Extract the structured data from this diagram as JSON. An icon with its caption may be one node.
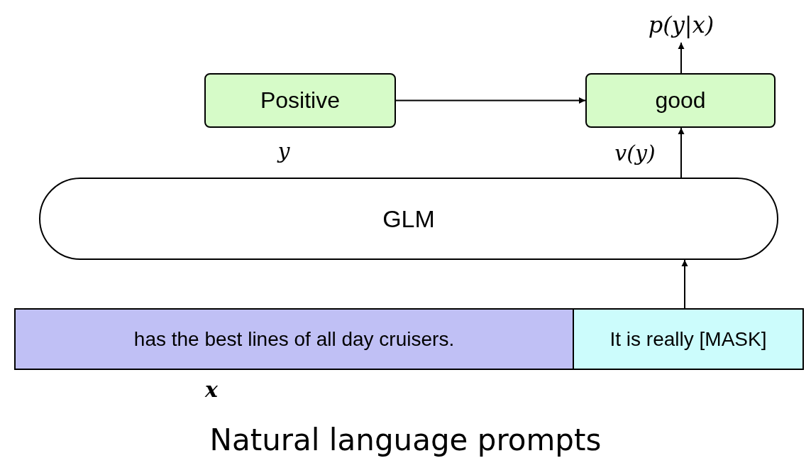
{
  "diagram": {
    "caption": "Natural language prompts",
    "nodes": [
      {
        "text": [
          "Positive"
        ],
        "beside": [
          "y"
        ]
      },
      {
        "text": [
          "good"
        ]
      },
      {
        "text": [
          "p(y|x)"
        ]
      },
      {
        "text": [
          "GLM"
        ]
      },
      {
        "text": [
          "has the best lines of all day cruisers."
        ],
        "beside": [
          "x"
        ]
      },
      {
        "text": [
          "It is really [MASK]"
        ]
      }
    ],
    "edges": [
      {
        "from": 0,
        "to": 1,
        "arrow": "to"
      },
      {
        "from": 3,
        "to": 1,
        "arrow": "to",
        "label": "v(y)"
      },
      {
        "from": 1,
        "to": 2,
        "arrow": "to"
      },
      {
        "from": 5,
        "to": 3,
        "arrow": "to"
      }
    ]
  }
}
